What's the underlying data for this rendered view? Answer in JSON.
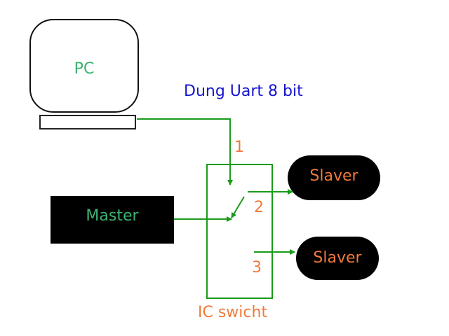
{
  "diagram": {
    "pc": {
      "label": "PC"
    },
    "link_label": "Dung Uart 8 bit",
    "master": {
      "label": "Master"
    },
    "switch": {
      "label": "IC swicht",
      "ports": [
        "1",
        "2",
        "3"
      ]
    },
    "slaves": [
      {
        "label": "Slaver"
      },
      {
        "label": "Slaver"
      }
    ],
    "colors": {
      "wire": "#1a9a1a",
      "pc_text": "#3cb371",
      "link_text": "#1515d0",
      "port_text": "#f07a3a"
    }
  }
}
